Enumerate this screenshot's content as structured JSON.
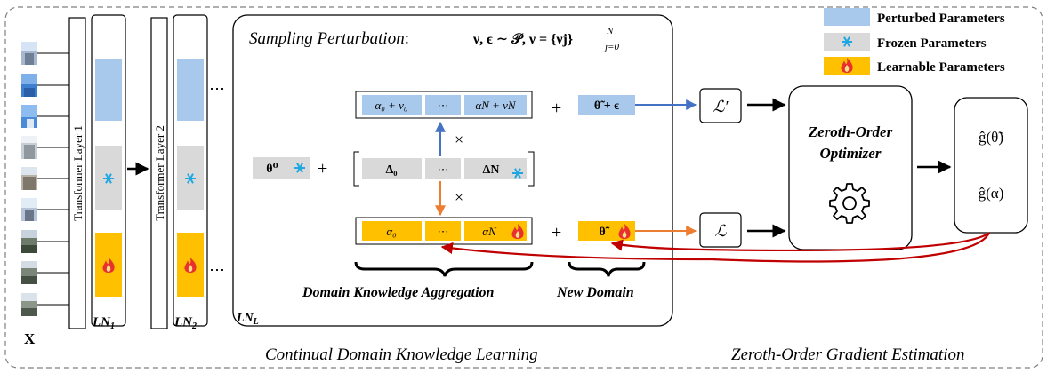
{
  "legend": {
    "perturbed": "Perturbed Parameters",
    "frozen": "Frozen Parameters",
    "learnable": "Learnable Parameters"
  },
  "input_label": "X",
  "layers": {
    "layer1": "Transformer Layer 1",
    "layer2": "Transformer Layer 2",
    "ln1_main": "LN",
    "ln1_sub": "1",
    "ln2_main": "LN",
    "ln2_sub": "2",
    "lnL_main": "LN",
    "lnL_sub": "L",
    "ellipsis": "⋯"
  },
  "sampling": {
    "title": "Sampling Perturbation",
    "colon": ":",
    "formula": "ν, ϵ ∼ 𝒫, ν = {νj}",
    "sup": "N",
    "sub": "j=0"
  },
  "cells": {
    "perturbed_row": [
      "α₀ + ν₀",
      "⋯",
      "αN + νN"
    ],
    "delta_row": [
      "Δ₀",
      "⋯",
      "ΔN"
    ],
    "learn_row": [
      "α₀",
      "⋯",
      "αN"
    ],
    "theta0": "θ⁰",
    "theta_perturbed": "θ̃ + ϵ",
    "theta_learn": "θ̃"
  },
  "operators": {
    "plus": "+",
    "times": "×"
  },
  "losses": {
    "perturbed": "ℒ′",
    "original": "ℒ"
  },
  "optimizer": {
    "line1": "Zeroth-Order",
    "line2": "Optimizer"
  },
  "gradients": {
    "g_theta": "ĝ(θ̃)",
    "g_alpha": "ĝ(α)"
  },
  "braces": {
    "aggregation": "Domain Knowledge Aggregation",
    "new_domain": "New Domain"
  },
  "captions": {
    "continual": "Continual Domain Knowledge Learning",
    "zeroth": "Zeroth-Order Gradient Estimation"
  },
  "colors": {
    "perturbed": "#a9c9ec",
    "frozen": "#d9d9d9",
    "learnable": "#ffc000",
    "snowflake": "#1ea7e1",
    "flame": "#e8312f",
    "blue_arrow": "#4472c4",
    "orange_arrow": "#ed7d31",
    "red_arrow": "#c00000"
  }
}
